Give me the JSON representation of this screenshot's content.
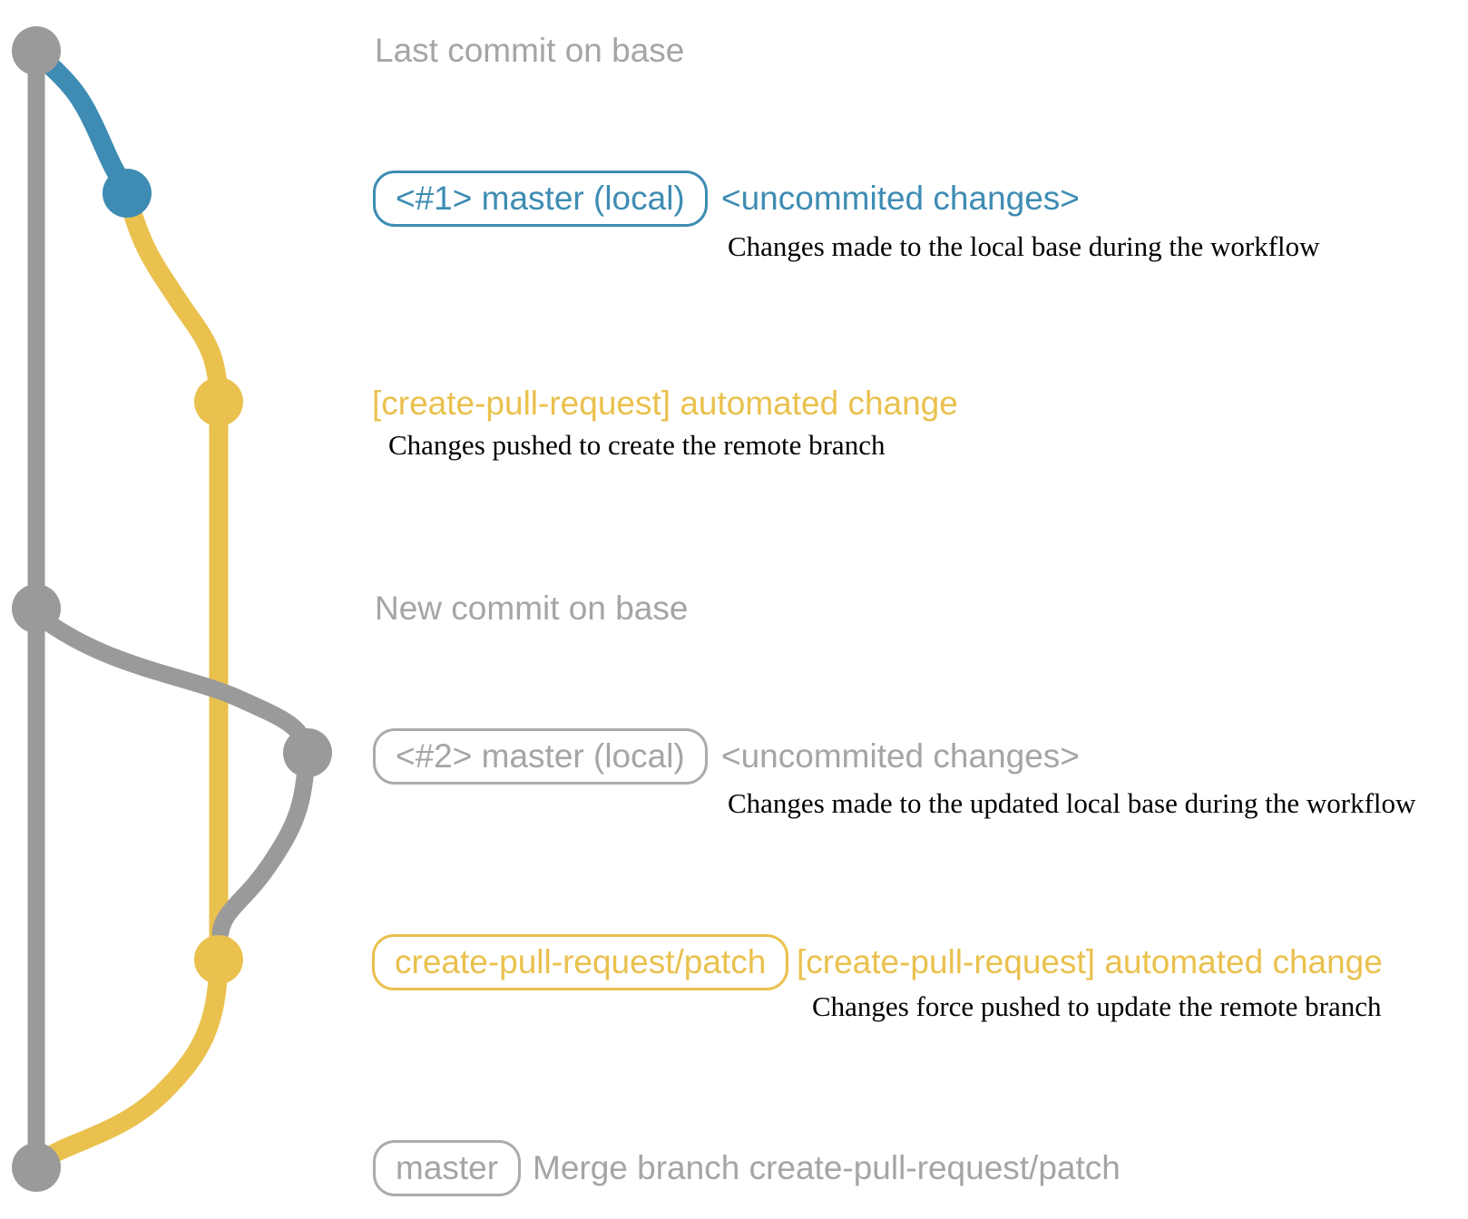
{
  "palette": {
    "graph_gray": "#9A9A9A",
    "ui_gray": "#A5A5A5",
    "blue": "#3E8CB3",
    "yellow": "#EAC14E",
    "description_black": "#000000"
  },
  "rows": {
    "last_commit": {
      "label": "Last commit on base"
    },
    "commit1": {
      "badge": "<#1> master (local)",
      "note": "<uncommited changes>",
      "description": "Changes made to the local base during the workflow"
    },
    "push1": {
      "note": "[create-pull-request] automated change",
      "description": "Changes pushed to create the remote branch"
    },
    "new_commit": {
      "label": "New commit on base"
    },
    "commit2": {
      "badge": "<#2> master (local)",
      "note": "<uncommited changes>",
      "description": "Changes made to the updated local base during the workflow"
    },
    "push2": {
      "badge": "create-pull-request/patch",
      "note": "[create-pull-request] automated change",
      "description": "Changes force pushed to update the remote branch"
    },
    "merge": {
      "badge": "master",
      "label": "Merge branch create-pull-request/patch"
    }
  }
}
